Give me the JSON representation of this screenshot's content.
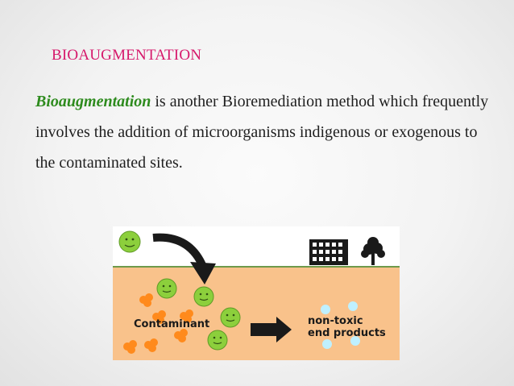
{
  "slide": {
    "title": "BIOAUGMENTATION",
    "lead_term": "Bioaugmentation",
    "body_rest": " is another Bioremediation method which frequently involves the addition of microorganisms indigenous or exogenous to the contaminated sites."
  },
  "diagram": {
    "contaminant_label": "Contaminant",
    "products_line1": "non-toxic",
    "products_line2": "end products",
    "icons": [
      "microbe-icon",
      "building-icon",
      "tree-icon",
      "arrow-icon",
      "contaminant-blob-icon",
      "product-bubble-icon"
    ],
    "colors": {
      "soil": "#f9c28b",
      "ground_line": "#6e9a4a",
      "microbe": "#8ccf3c",
      "contaminant": "#ff8a1c",
      "product": "#bff0ff",
      "arrow": "#1a1a1a"
    }
  }
}
